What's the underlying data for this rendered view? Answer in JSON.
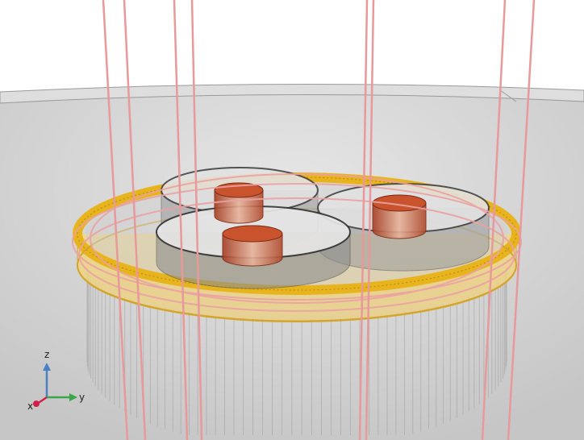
{
  "view": {
    "scene": "cable-cross-section-3d",
    "colors": {
      "background": "#ffffff",
      "surface": "#d4d4d4",
      "wire": "#e88c8c",
      "armor": "#e8b41e",
      "conductor": "#c04a25",
      "sheath": "#8a8a8a"
    }
  },
  "triad": {
    "z_label": "z",
    "y_label": "y",
    "x_label": "x",
    "colors": {
      "z": "#4a7fc0",
      "y": "#3aa64a",
      "x": "#d0204a"
    }
  }
}
